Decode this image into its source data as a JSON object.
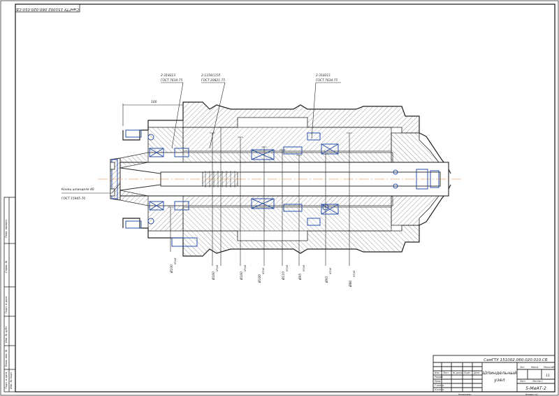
{
  "sheet": {
    "corner_code": "СамГТУ 151002.060.020.010.СБ",
    "ref_top_1": "2-318213",
    "ref_sub_1": "ГОСТ 7634-75",
    "ref_top_2": "2-1318115Л",
    "ref_sub_2": "ГОСТ 20821-75",
    "ref_top_3": "2-318211",
    "ref_sub_3": "ГОСТ 7634-75",
    "dim_100": "100",
    "spindle_end_label": "Конец шпинделя 40",
    "spindle_end_std": "ГОСТ 15945-70",
    "dims": [
      "Ø100",
      "Ø160",
      "Ø160",
      "Ø160",
      "Ø110",
      "Ø95",
      "Ø95",
      "Ø86"
    ],
    "fits": [
      "H7/k6",
      "H7/k6",
      "H7/k6",
      "H7/k6",
      "H7/k6",
      "H7/k6",
      "H7/k6",
      "H7/k6"
    ],
    "left_strip": [
      "Перв. примен.",
      "Справ. №",
      "Подп. и дата",
      "Инв. № дубл.",
      "Взам. инв. №",
      "Подп. и дата",
      "Инв. № подл."
    ]
  },
  "title_block": {
    "doc_code": "СамГТУ 151002.060.020.010.СБ",
    "name_line1": "Шпиндельный",
    "name_line2": "узел",
    "group": "5-МиАТ-2",
    "sheets_value": "11",
    "col_lit": "Лит.",
    "col_mass": "Масса",
    "col_scale": "Масштаб",
    "col_sheet": "Лист",
    "col_sheets": "Листов 1",
    "row_izm": "Изм.",
    "row_list": "Лист",
    "row_doc": "№ докум.",
    "row_sign": "Подп.",
    "row_date": "Дата",
    "role_1": "Разраб.",
    "role_2": "Пров.",
    "role_3": "Т.контр.",
    "role_4": "Н.контр.",
    "role_5": "Утв.",
    "copied": "Копировал",
    "format": "Формат  А1"
  }
}
